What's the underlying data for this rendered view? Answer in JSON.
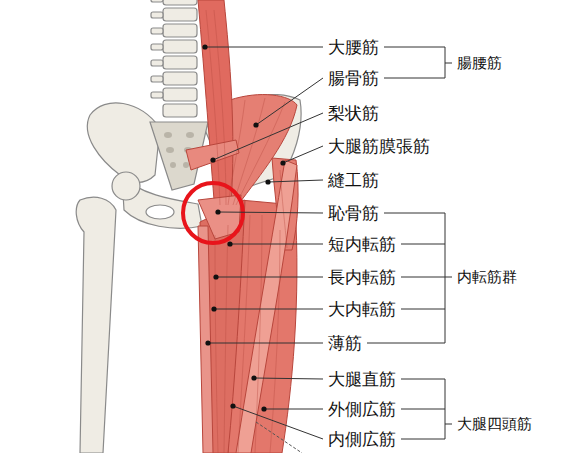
{
  "diagram": {
    "labels": [
      "大腰筋",
      "腸骨筋",
      "梨状筋",
      "大腿筋膜張筋",
      "縫工筋",
      "恥骨筋",
      "短内転筋",
      "長内転筋",
      "大内転筋",
      "薄筋",
      "大腿直筋",
      "外側広筋",
      "内側広筋",
      "腸腰筋",
      "内転筋群",
      "大腿四頭筋"
    ]
  }
}
